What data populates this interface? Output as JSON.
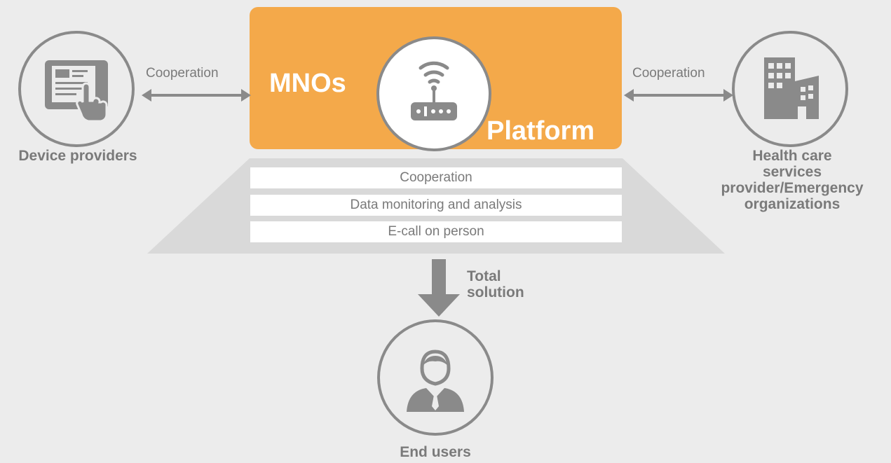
{
  "platform": {
    "mnos_label": "MNOs",
    "platform_label": "Platform",
    "icon": "router-wifi-icon"
  },
  "services": [
    "Cooperation",
    "Data monitoring and analysis",
    "E-call on person"
  ],
  "device_providers": {
    "label": "Device providers",
    "icon": "tablet-touch-icon",
    "link_label": "Cooperation"
  },
  "health_care": {
    "label_lines": [
      "Health care",
      "services",
      "provider/Emergency",
      "organizations"
    ],
    "icon": "buildings-icon",
    "link_label": "Cooperation"
  },
  "end_users": {
    "label": "End users",
    "icon": "businessman-icon"
  },
  "flow": {
    "label_lines": [
      "Total",
      "solution"
    ]
  },
  "colors": {
    "accent_orange": "#f4a94a",
    "icon_gray": "#8a8a8a",
    "text_gray": "#7a7a7a",
    "background": "#ececec",
    "trapezoid": "#d9d9d9"
  }
}
